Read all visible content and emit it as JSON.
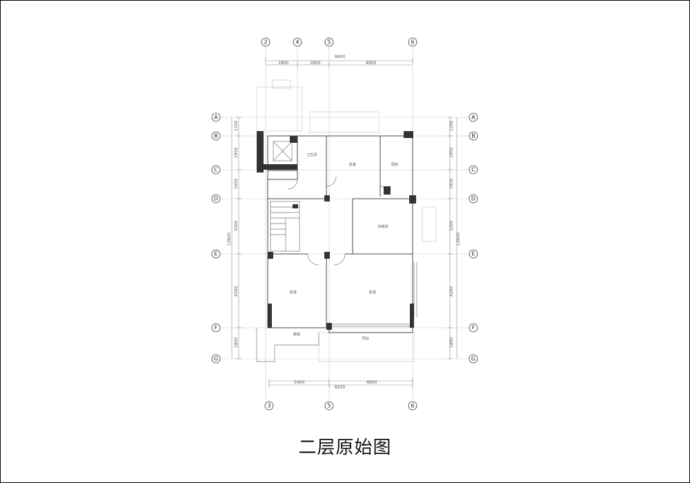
{
  "caption": "二层原始图",
  "axes": {
    "top": [
      "2",
      "4",
      "5",
      "6"
    ],
    "bottom": [
      "3",
      "5",
      "6"
    ],
    "left": [
      "A",
      "B",
      "C",
      "D",
      "E",
      "F",
      "G"
    ],
    "right": [
      "A",
      "B",
      "C",
      "D",
      "E",
      "F",
      "G"
    ]
  },
  "dimensions": {
    "top_total": "8400",
    "top_segments": [
      "1800",
      "1800",
      "4800"
    ],
    "bottom_total": "8200",
    "bottom_segments": [
      "3400",
      "4800"
    ],
    "left_total": "13900",
    "left_segments": [
      "1100",
      "1950",
      "1650",
      "3200",
      "4200",
      "1800"
    ],
    "right_total": "13900",
    "right_segments": [
      "1100",
      "1950",
      "1650",
      "3200",
      "4200",
      "1800"
    ]
  },
  "rooms": {
    "utility": "卫生间",
    "bedroom_top": "卧室",
    "bath_right": "厨房",
    "walkin": "衣帽间",
    "bedroom_left": "卧室",
    "master": "卧室",
    "balcony_left": "飘窗",
    "balcony_right": "阳台"
  },
  "colors": {
    "frame": "#000000",
    "wall": "#444444",
    "grid": "#c9c9c9"
  }
}
